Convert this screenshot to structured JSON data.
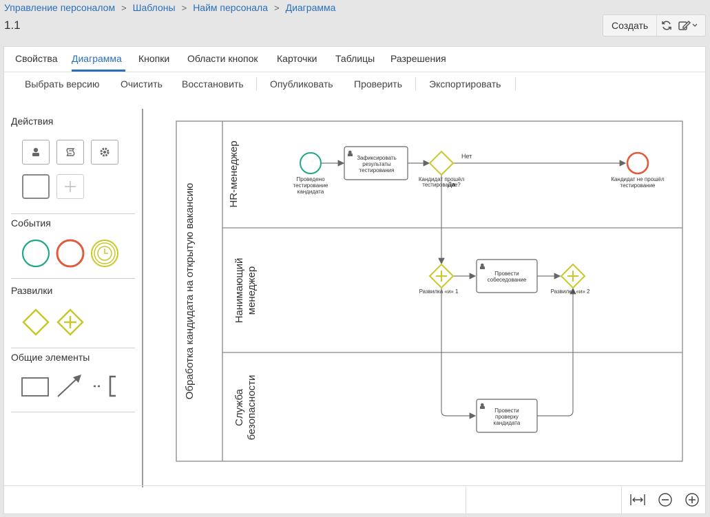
{
  "breadcrumb": [
    "Управление персоналом",
    "Шаблоны",
    "Найм персонала",
    "Диаграмма"
  ],
  "title": "1.1",
  "header": {
    "create_label": "Создать",
    "icons": [
      "refresh-icon",
      "edit-icon",
      "chevron-down-icon"
    ]
  },
  "tabs": [
    "Свойства",
    "Диаграмма",
    "Кнопки",
    "Области кнопок",
    "Карточки",
    "Таблицы",
    "Разрешения"
  ],
  "active_tab": "Диаграмма",
  "toolbar": [
    "Выбрать версию",
    "Очистить",
    "Восстановить",
    "Опубликовать",
    "Проверить",
    "Экспортировать"
  ],
  "palette": {
    "sections": [
      "Действия",
      "События",
      "Развилки",
      "Общие элементы"
    ],
    "icons": [
      "user-task-icon",
      "script-task-icon",
      "service-task-icon",
      "task-box-icon",
      "add-icon",
      "start-event-icon",
      "end-event-icon",
      "timer-event-icon",
      "exclusive-gateway-icon",
      "parallel-gateway-icon",
      "pool-shape-icon",
      "connector-arrow-icon",
      "annotation-icon"
    ]
  },
  "diagram": {
    "pool": "Обработка кандидата на открытую вакансию",
    "lanes": [
      "HR-менеджер",
      "Нанимающий менеджер",
      "Служба безопасности"
    ],
    "start_event": [
      "Проведено",
      "тестирование",
      "кандидата"
    ],
    "task_record": [
      "Зафиксировать",
      "результаты",
      "тестирования"
    ],
    "gateway_check": [
      "Кандидат прошёл",
      "тестирование?"
    ],
    "flow_no": "Нет",
    "flow_yes": "Да",
    "end_event": [
      "Кандидат не прошёл",
      "тестирование"
    ],
    "fork1": "Развилка «и» 1",
    "task_interview": [
      "Провести",
      "собеседование"
    ],
    "fork2": "Развилка «и» 2",
    "task_security": [
      "Провести",
      "проверку",
      "кандидата"
    ]
  },
  "colors": {
    "accent": "#2a6fb8",
    "start": "#1fa787",
    "end": "#e05a3c",
    "gateway": "#c9c82a"
  },
  "footer": {
    "icons": [
      "fit-width-icon",
      "zoom-out-icon",
      "zoom-in-icon"
    ]
  }
}
